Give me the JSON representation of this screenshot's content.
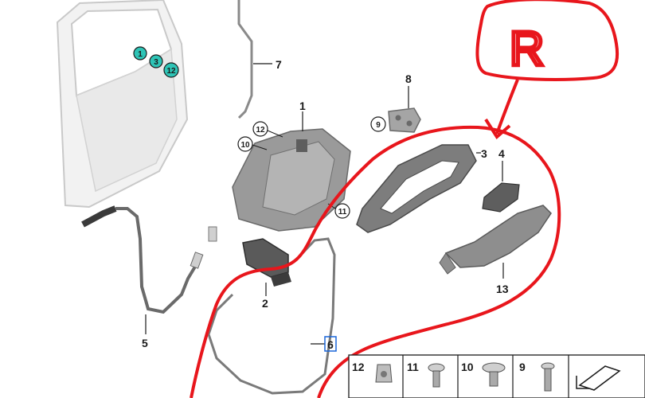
{
  "diagram": {
    "hand_letter": "R",
    "labels": {
      "p1": "1",
      "p2": "2",
      "p3": "3",
      "p4": "4",
      "p5": "5",
      "p6": "6",
      "p7": "7",
      "p8": "8",
      "p13": "13"
    },
    "circled": {
      "door_1": "1",
      "door_3": "3",
      "door_12": "12",
      "c12": "12",
      "c10": "10",
      "c11": "11",
      "c9": "9"
    },
    "legend": {
      "items": [
        "12",
        "11",
        "10",
        "9"
      ]
    }
  },
  "colors": {
    "red_markup": "#e8161c",
    "door_callout": "#2ec4b6",
    "highlight_box": "#1a66d9",
    "part_fill": "#8a8a8a"
  }
}
